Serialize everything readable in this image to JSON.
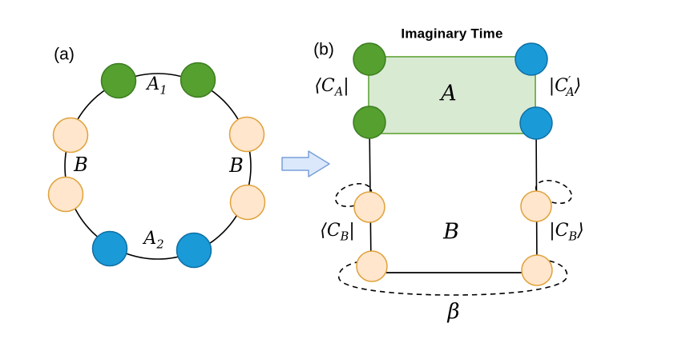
{
  "figure": {
    "type": "physics-diagram",
    "description": "Ring of sites mapped to imaginary-time path-integral rectangle"
  },
  "colors": {
    "node_green_fill": "#55a02f",
    "node_green_stroke": "#3c7d20",
    "node_blue_fill": "#1b9ad8",
    "node_blue_stroke": "#0e6fa4",
    "node_orange_fill": "#ffe6cc",
    "node_orange_stroke": "#dfa23c",
    "region_a_fill": "#d9ead3",
    "region_a_stroke": "#7cb45a",
    "arrow_fill": "#dbe8fc",
    "arrow_stroke": "#7a9fd8",
    "line": "#000000"
  },
  "panel_a": {
    "label": "(a)",
    "segment_a1": {
      "base": "A",
      "sub": "1"
    },
    "segment_a2": {
      "base": "A",
      "sub": "2"
    },
    "segment_b_left": "B",
    "segment_b_right": "B"
  },
  "panel_b": {
    "label": "(b)",
    "title": "Imaginary Time",
    "region_a_label": "A",
    "region_b_label": "B",
    "bra_ca": {
      "pre": "⟨C",
      "sub": "A",
      "post": "|"
    },
    "ket_ca_prime": {
      "pre": "|C",
      "prime": "′",
      "sub": "A",
      "post": "⟩"
    },
    "bra_cb": {
      "pre": "⟨C",
      "sub": "B",
      "post": "|"
    },
    "ket_cb": {
      "pre": "|C",
      "sub": "B",
      "post": "⟩"
    },
    "beta": "β"
  }
}
